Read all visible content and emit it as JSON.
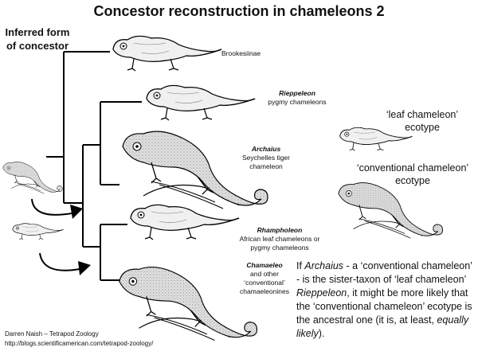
{
  "title": "Concestor reconstruction in chameleons 2",
  "inferred_label_line1": "Inferred form",
  "inferred_label_line2": "of concestor",
  "taxa": [
    {
      "name": "",
      "desc": "Brookesiinae"
    },
    {
      "name": "Rieppeleon",
      "desc": "pygmy chameleons"
    },
    {
      "name": "Archaius",
      "desc": "Seychelles tiger chameleon"
    },
    {
      "name": "Rhampholeon",
      "desc": "African leaf chameleons or pygmy chameleons"
    },
    {
      "name": "Chamaeleo",
      "desc": "and other ‘conventional’ chamaeleonines"
    }
  ],
  "ecotypes": {
    "leaf": "‘leaf chameleon’ ecotype",
    "conventional": "‘conventional chameleon’ ecotype"
  },
  "note": {
    "p1": "If ",
    "i1": "Archaius",
    "p2": " - a ‘conventional chameleon’ - is the sister-taxon of ‘leaf chameleon’ ",
    "i2": "Rieppeleon",
    "p3": ", it might be more likely that the ‘conventional chameleon’ ecotype is the ancestral one (it is, at least, ",
    "i3": "equally likely",
    "p4": ")."
  },
  "credit": {
    "author": "Darren Naish – Tetrapod Zoology",
    "url": "http://blogs.scientificamerican.com/tetrapod-zoology/"
  },
  "colors": {
    "line": "#000000",
    "fill": "#ececec",
    "stipple": "#bdbdbd"
  }
}
